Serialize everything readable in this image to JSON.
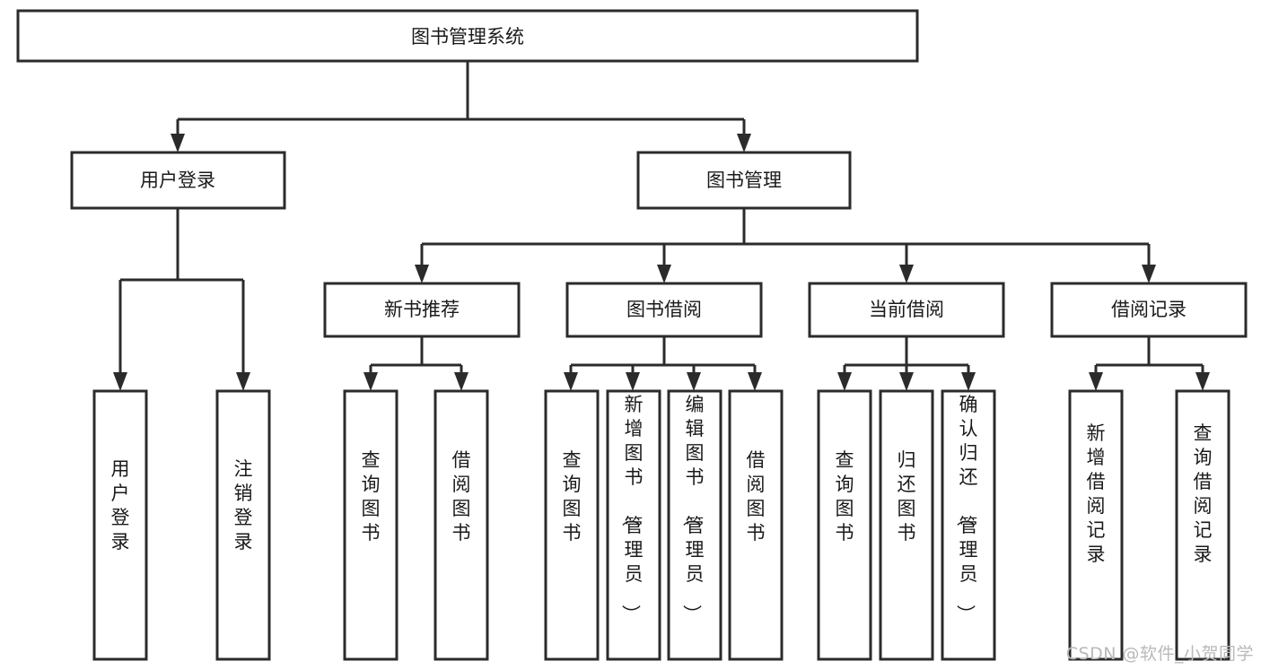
{
  "diagram": {
    "title": "图书管理系统",
    "watermark": "CSDN @软件_小贺同学",
    "colors": {
      "stroke": "#2b2b2b",
      "fill": "#ffffff",
      "text": "#1a1a1a",
      "watermark": "#b9b9b9",
      "background": "#ffffff"
    },
    "root": {
      "label": "图书管理系统"
    },
    "level1": [
      {
        "label": "用户登录"
      },
      {
        "label": "图书管理"
      }
    ],
    "level2": [
      {
        "label": "新书推荐"
      },
      {
        "label": "图书借阅"
      },
      {
        "label": "当前借阅"
      },
      {
        "label": "借阅记录"
      }
    ],
    "leaves": {
      "user_login": [
        {
          "label": "用户登录"
        },
        {
          "label": "注销登录"
        }
      ],
      "new_book_recommend": [
        {
          "label": "查询图书"
        },
        {
          "label": "借阅图书"
        }
      ],
      "book_borrow": [
        {
          "label": "查询图书"
        },
        {
          "label": "新增图书（管理员）"
        },
        {
          "label": "编辑图书（管理员）"
        },
        {
          "label": "借阅图书"
        }
      ],
      "current_borrow": [
        {
          "label": "查询图书"
        },
        {
          "label": "归还图书"
        },
        {
          "label": "确认归还（管理员）"
        }
      ],
      "borrow_record": [
        {
          "label": "新增借阅记录"
        },
        {
          "label": "查询借阅记录"
        }
      ]
    }
  }
}
